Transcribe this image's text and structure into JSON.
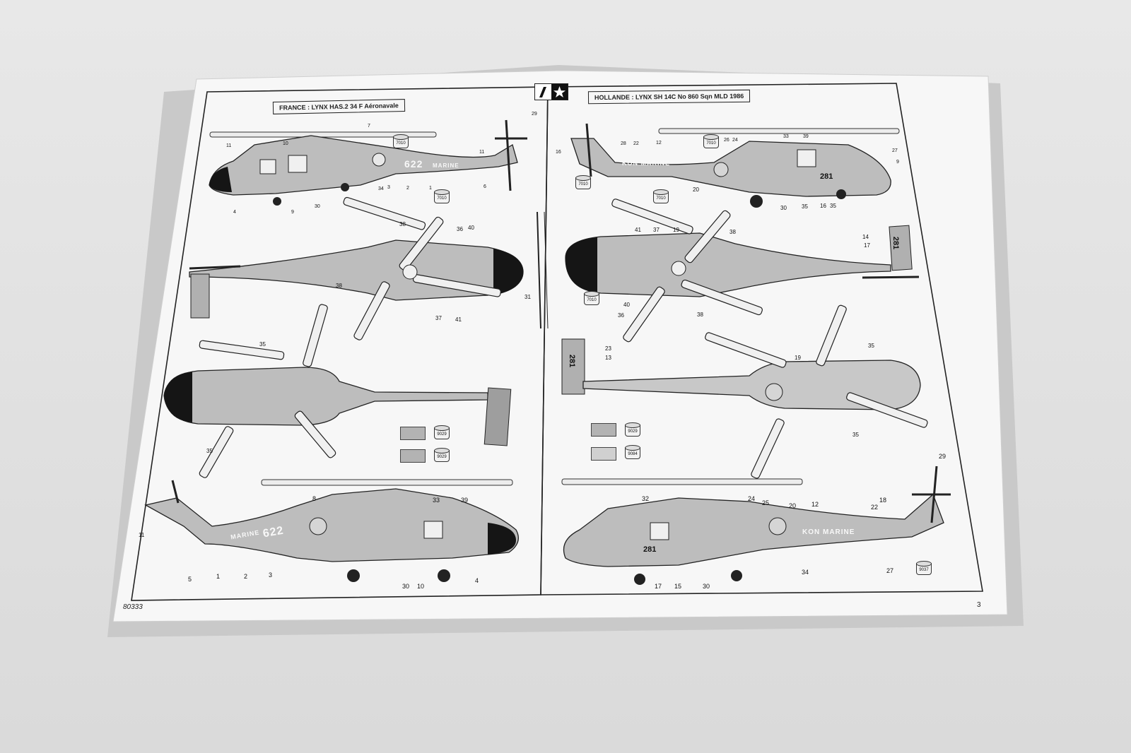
{
  "sheet": {
    "left_title": "FRANCE : LYNX HAS.2  34 F  Aéronavale",
    "right_title": "HOLLANDE : LYNX SH 14C  No 860 Sqn  MLD      1986",
    "left_page_no": "80333",
    "right_page_no": "3"
  },
  "markings": {
    "left_code": "622",
    "left_marine": "MARINE",
    "right_code": "281",
    "right_marine": "KON MARINE"
  },
  "paints": [
    "7010",
    "9029",
    "9084",
    "9037"
  ],
  "swatch_colors": {
    "light_grey": "#c8c8c8",
    "mid_grey": "#b3b3b3",
    "dark_grey": "#8e8e8e",
    "nose_black": "#151515"
  },
  "callouts": {
    "l_side_top": [
      "11",
      "10",
      "7",
      "29",
      "11",
      "4",
      "9",
      "30",
      "34",
      "3",
      "2",
      "1",
      "6"
    ],
    "l_top_view": [
      "38",
      "36",
      "40",
      "38",
      "37",
      "41"
    ],
    "l_bottom_view": [
      "35",
      "35"
    ],
    "l_side_bottom": [
      "11",
      "8",
      "33",
      "39",
      "5",
      "1",
      "2",
      "3",
      "30",
      "10",
      "4"
    ],
    "center": [
      "31"
    ],
    "r_side_top": [
      "16",
      "28",
      "22",
      "12",
      "26",
      "24",
      "33",
      "39",
      "27",
      "9",
      "20",
      "30",
      "35",
      "16",
      "35"
    ],
    "r_top_view": [
      "41",
      "37",
      "19",
      "38",
      "14",
      "17",
      "40",
      "36",
      "38"
    ],
    "r_bottom_view": [
      "23",
      "13",
      "19",
      "35",
      "35"
    ],
    "r_side_bottom": [
      "32",
      "24",
      "25",
      "20",
      "12",
      "29",
      "18",
      "22",
      "17",
      "15",
      "30",
      "34",
      "27"
    ]
  }
}
